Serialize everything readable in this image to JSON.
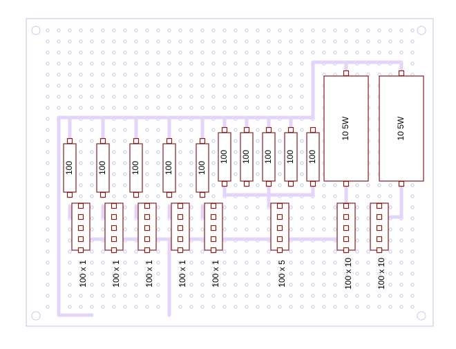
{
  "board": {
    "resistor_labels": [
      "100",
      "100",
      "100",
      "100",
      "100",
      "100",
      "100",
      "100",
      "100",
      "100"
    ],
    "power_resistor_labels": [
      "10 5W",
      "10 5W"
    ],
    "header_labels": [
      "100 x 1",
      "100 x 1",
      "100 x 1",
      "100 x 1",
      "100 x 1",
      "100 x 5",
      "100 x 10",
      "100 x 10"
    ]
  },
  "colors": {
    "board_outline": "#c8c0e8",
    "hole": "#c8c8f0",
    "trace": "#e4d4f8",
    "component": "#8b1a1a"
  }
}
